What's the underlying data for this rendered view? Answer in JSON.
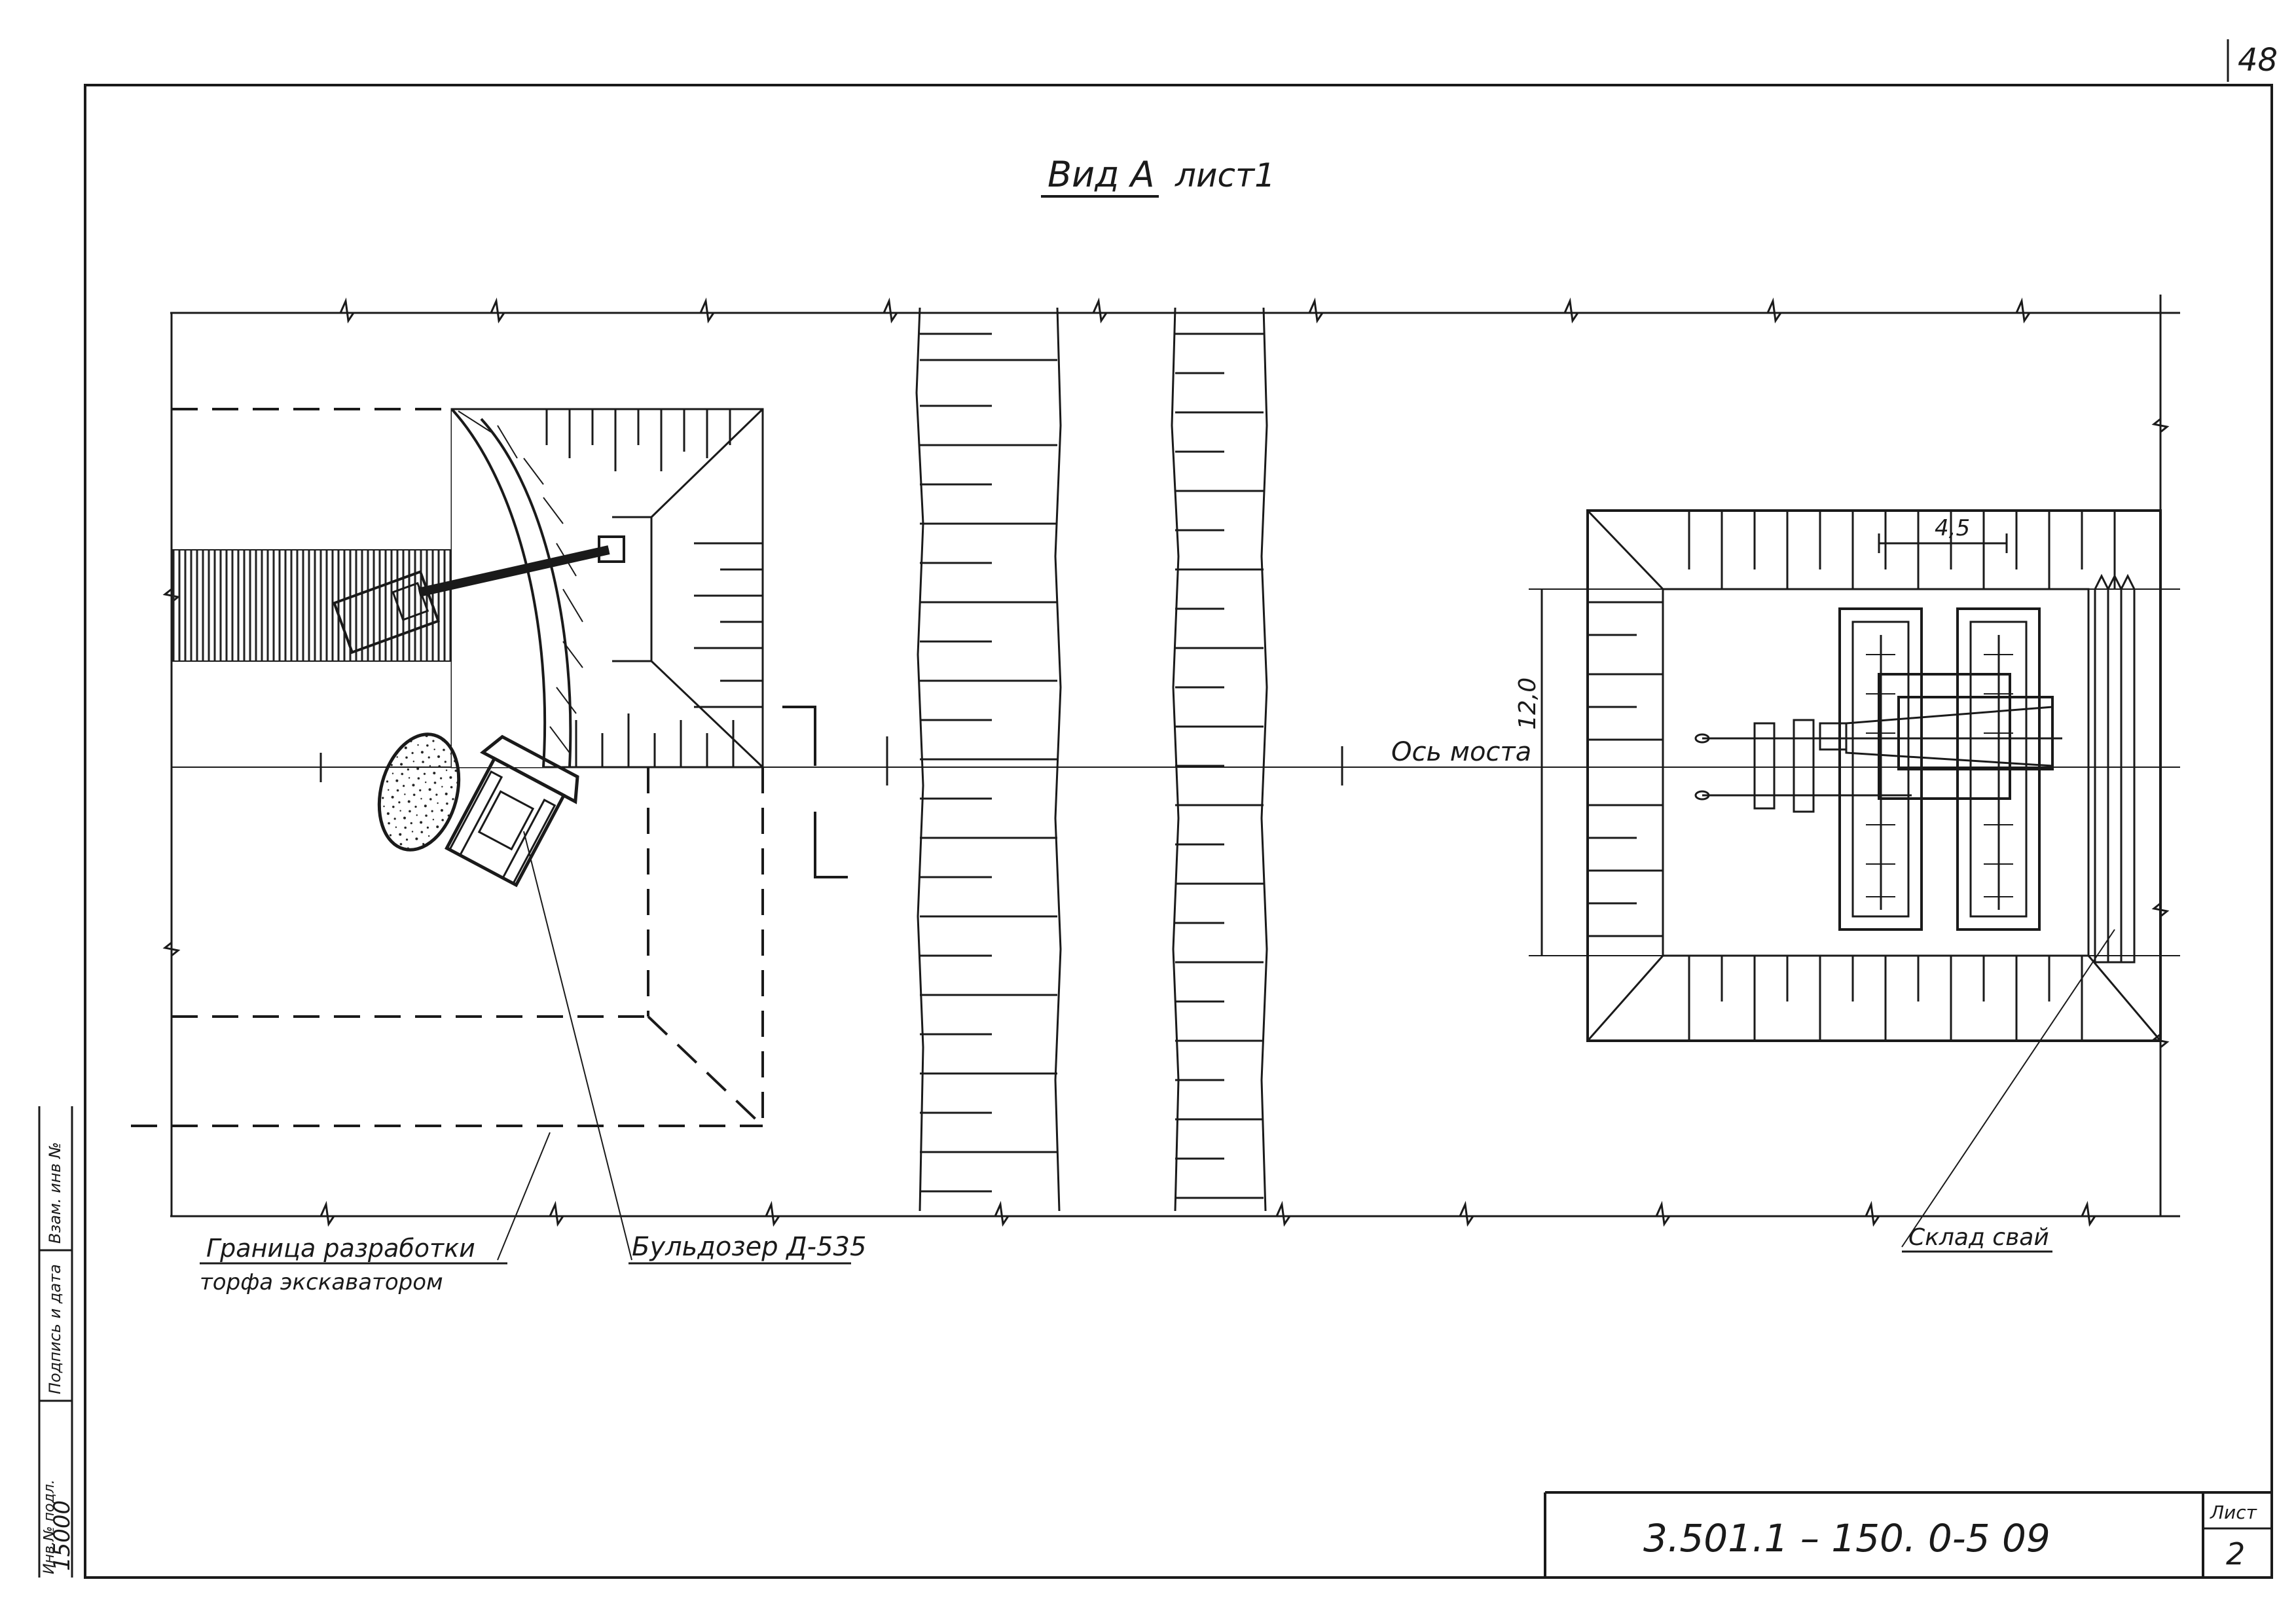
{
  "sheet": {
    "page_number": "48",
    "view_title": "Вид А",
    "view_ref": "лист1",
    "document_code": "3.501.1 – 150.  0-5 09",
    "sheet_label": "Лист",
    "sheet_number": "2"
  },
  "labels": {
    "bridge_axis": "Ось моста",
    "excavation_boundary_1": "Граница разработки",
    "excavation_boundary_2": "торфа экскаватором",
    "bulldozer": "Бульдозер Д-535",
    "pile_storage": "Склад свай"
  },
  "dimensions": {
    "width": "4,5",
    "length": "12,0"
  },
  "margin_stamp": {
    "inv_label": "Инв.№ подл.",
    "sign_label": "Подпись и дата",
    "replace_label": "Взам. инв №",
    "inv_value": "15000"
  }
}
